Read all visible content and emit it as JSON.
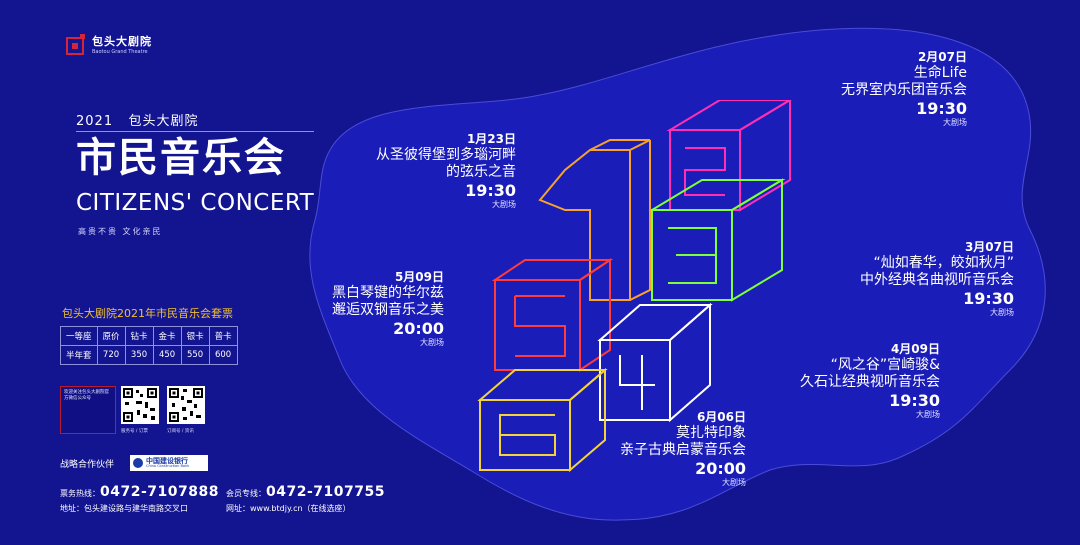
{
  "logo": {
    "name_cn": "包头大剧院",
    "name_en": "Baotou Grand Theatre"
  },
  "header": {
    "year": "2021",
    "venue": "包头大剧院",
    "title_cn": "市民音乐会",
    "title_en": "CITIZENS' CONCERT",
    "tagline": "高贵不贵 文化亲民"
  },
  "tickets": {
    "title": "包头大剧院2021年市民音乐会套票",
    "header_row": [
      "一等座",
      "原价",
      "钻卡",
      "金卡",
      "银卡",
      "普卡"
    ],
    "rows": [
      [
        "半年套",
        "720",
        "350",
        "450",
        "550",
        "600"
      ]
    ]
  },
  "qr": {
    "note": "欢迎关注包头大剧院官方微信公众号",
    "captions": [
      "服务号 / 订票",
      "订阅号 / 资讯"
    ]
  },
  "sponsor": {
    "label": "战略合作伙伴",
    "bank_cn": "中国建设银行",
    "bank_en": "China Construction Bank"
  },
  "footer": {
    "hotline_label": "票务热线：",
    "hotline": "0472-7107888",
    "member_label": "会员专线：",
    "member": "0472-7107755",
    "address": "地址：包头建设路与建华南路交叉口",
    "website": "网址：www.btdjy.cn（在线选座）"
  },
  "events": [
    {
      "date": "1月23日",
      "title": [
        "从圣彼得堡到多瑙河畔",
        "的弦乐之音"
      ],
      "time": "19:30",
      "venue": "大剧场"
    },
    {
      "date": "2月07日",
      "title": [
        "生命Life",
        "无界室内乐团音乐会"
      ],
      "time": "19:30",
      "venue": "大剧场"
    },
    {
      "date": "3月07日",
      "title": [
        "“灿如春华，皎如秋月”",
        "中外经典名曲视听音乐会"
      ],
      "time": "19:30",
      "venue": "大剧场"
    },
    {
      "date": "4月09日",
      "title": [
        "“风之谷”宫崎骏&",
        "久石让经典视听音乐会"
      ],
      "time": "19:30",
      "venue": "大剧场"
    },
    {
      "date": "5月09日",
      "title": [
        "黑白琴键的华尔兹",
        "邂逅双钢音乐之美"
      ],
      "time": "20:00",
      "venue": "大剧场"
    },
    {
      "date": "6月06日",
      "title": [
        "莫扎特印象",
        "亲子古典启蒙音乐会"
      ],
      "time": "20:00",
      "venue": "大剧场"
    }
  ],
  "colors": {
    "background": "#13148f",
    "blob": "#1b1db8",
    "accent_gold": "#f2c230",
    "neon_pink": "#ff2fb4",
    "neon_green": "#7dff3a",
    "neon_yellow": "#f4d33a",
    "neon_orange": "#ff8a2b",
    "neon_red": "#ff3b3b"
  }
}
